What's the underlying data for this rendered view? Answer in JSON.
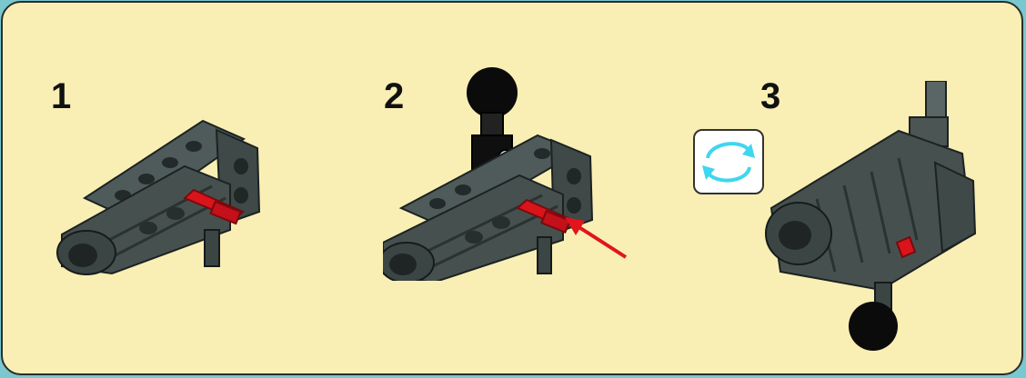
{
  "steps": [
    {
      "number": "1"
    },
    {
      "number": "2"
    },
    {
      "number": "3"
    }
  ],
  "colors": {
    "outer_background": "#79c8cf",
    "panel_background": "#f9efb4",
    "brick_dark": "#3f4a4a",
    "brick_light": "#5d6a69",
    "connector_red": "#e0141b",
    "arrow_red": "#e2141c",
    "ball_black": "#0b0b0b",
    "rotate_arrow": "#3fd6ef"
  },
  "icons": {
    "rotate": "rotate-icon",
    "insert_arrow": "insert-arrow-icon"
  }
}
